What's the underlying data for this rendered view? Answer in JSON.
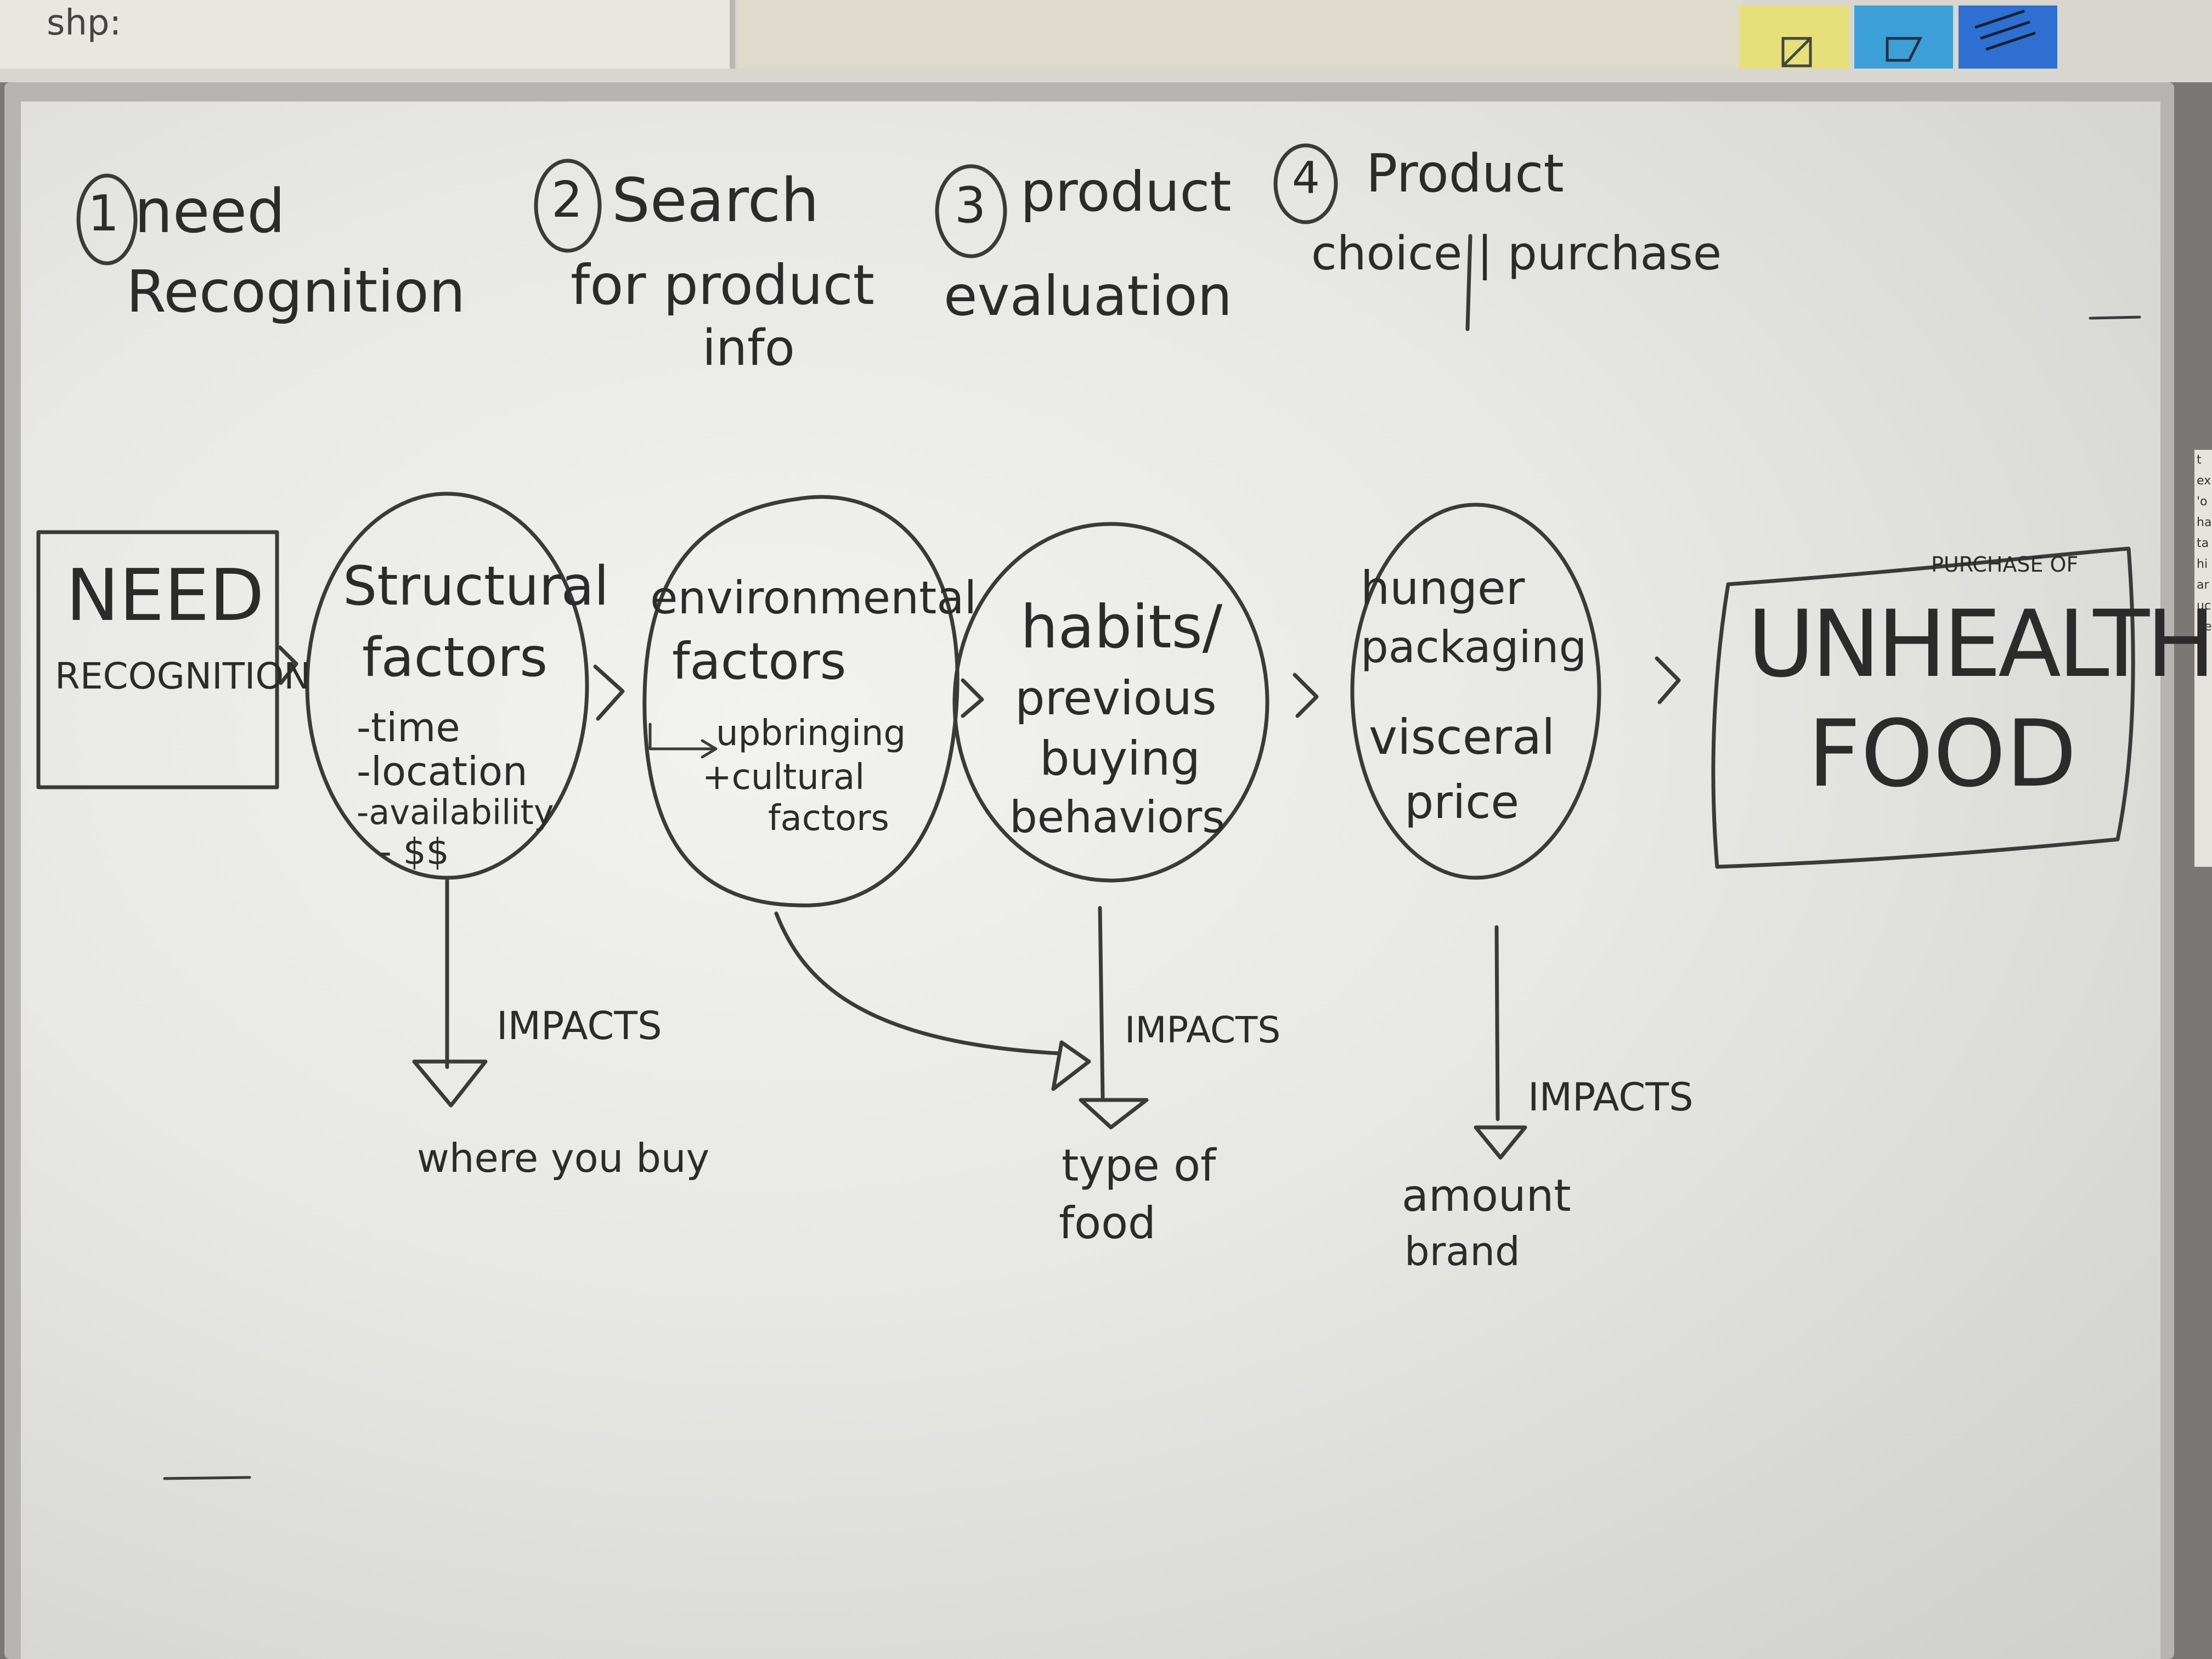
{
  "corner_scribble": "shp:",
  "stages": [
    {
      "number": "1",
      "line1": "need",
      "line2": "Recognition",
      "line3": ""
    },
    {
      "number": "2",
      "line1": "Search",
      "line2": "for product",
      "line3": "info"
    },
    {
      "number": "3",
      "line1": "product",
      "line2": "evaluation",
      "line3": ""
    },
    {
      "number": "4",
      "line1": "Product",
      "line2": "choice | purchase",
      "line3": ""
    }
  ],
  "need_box": {
    "line1": "NEED",
    "line2": "RECOGNITION"
  },
  "structural": {
    "title1": "Structural",
    "title2": "factors",
    "items": [
      "-time",
      "-location",
      "-availability",
      "- $$"
    ]
  },
  "environmental": {
    "title1": "environmental",
    "title2": "factors",
    "line1": "upbringing",
    "line2": "+cultural",
    "line3": "factors"
  },
  "habits": {
    "line1": "habits/",
    "line2": "previous",
    "line3": "buying",
    "line4": "behaviors"
  },
  "hunger": {
    "line1": "hunger",
    "line2": "packaging",
    "line3": "visceral",
    "line4": "price"
  },
  "outcome": {
    "small": "PURCHASE OF",
    "line1": "UNHEALTHY",
    "line2": "FOOD"
  },
  "impacts": [
    {
      "label": "IMPACTS",
      "target": "where you buy"
    },
    {
      "label": "IMPACTS",
      "target_line1": "type of",
      "target_line2": "food"
    },
    {
      "label": "IMPACTS",
      "target_line1": "amount",
      "target_line2": "brand"
    }
  ],
  "right_edge_fragments": [
    "t",
    "ex",
    "'o",
    "ha",
    "ta",
    "hi",
    "ar",
    "uc",
    "he"
  ]
}
